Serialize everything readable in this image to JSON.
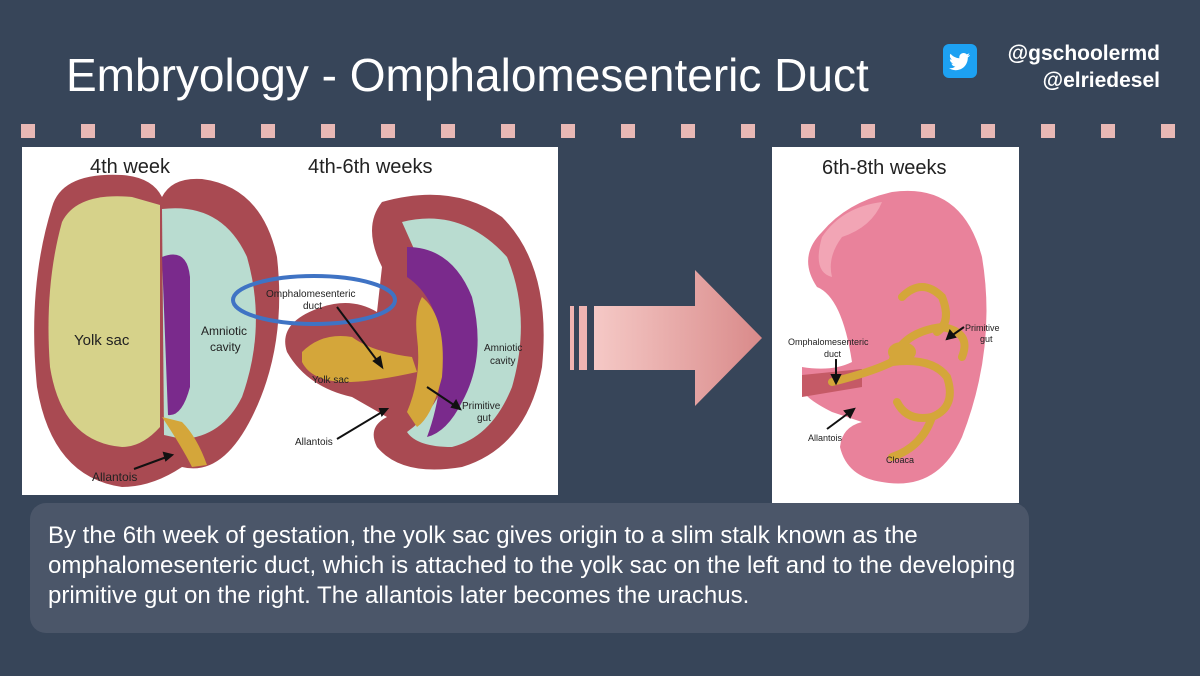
{
  "title": "Embryology - Omphalomesenteric Duct",
  "social": {
    "handle1": "@gschoolermd",
    "handle2": "@elriedesel",
    "icon": "twitter-bird-icon"
  },
  "left_panel": {
    "heading_left": "4th week",
    "heading_right": "4th-6th weeks",
    "labels": {
      "yolk_sac": "Yolk sac",
      "amniotic1": "Amniotic",
      "cavity1": "cavity",
      "allantois1": "Allantois",
      "omph1": "Omphalomesenteric",
      "duct1": "duct",
      "yolk_sac2": "Yolk sac",
      "amniotic2": "Amniotic",
      "cavity2": "cavity",
      "primitive1": "Primitive",
      "gut1": "gut",
      "allantois2": "Allantois"
    }
  },
  "right_panel": {
    "heading": "6th-8th weeks",
    "labels": {
      "primitive": "Primitive",
      "gut": "gut",
      "omph": "Omphalomesenteric",
      "duct": "duct",
      "allantois": "Allantois",
      "cloaca": "Cloaca"
    }
  },
  "caption": "By the 6th week of gestation, the yolk sac gives origin to a slim stalk known as the omphalomesenteric duct, which is attached to the yolk sac on the left and to the developing primitive gut on the right. The allantois later becomes the urachus.",
  "colors": {
    "background": "#374559",
    "dots": "#e8b8b5",
    "caption_box": "#4b5669",
    "arrow": "#e8a0a0",
    "highlight_ellipse": "#3f73c4"
  }
}
